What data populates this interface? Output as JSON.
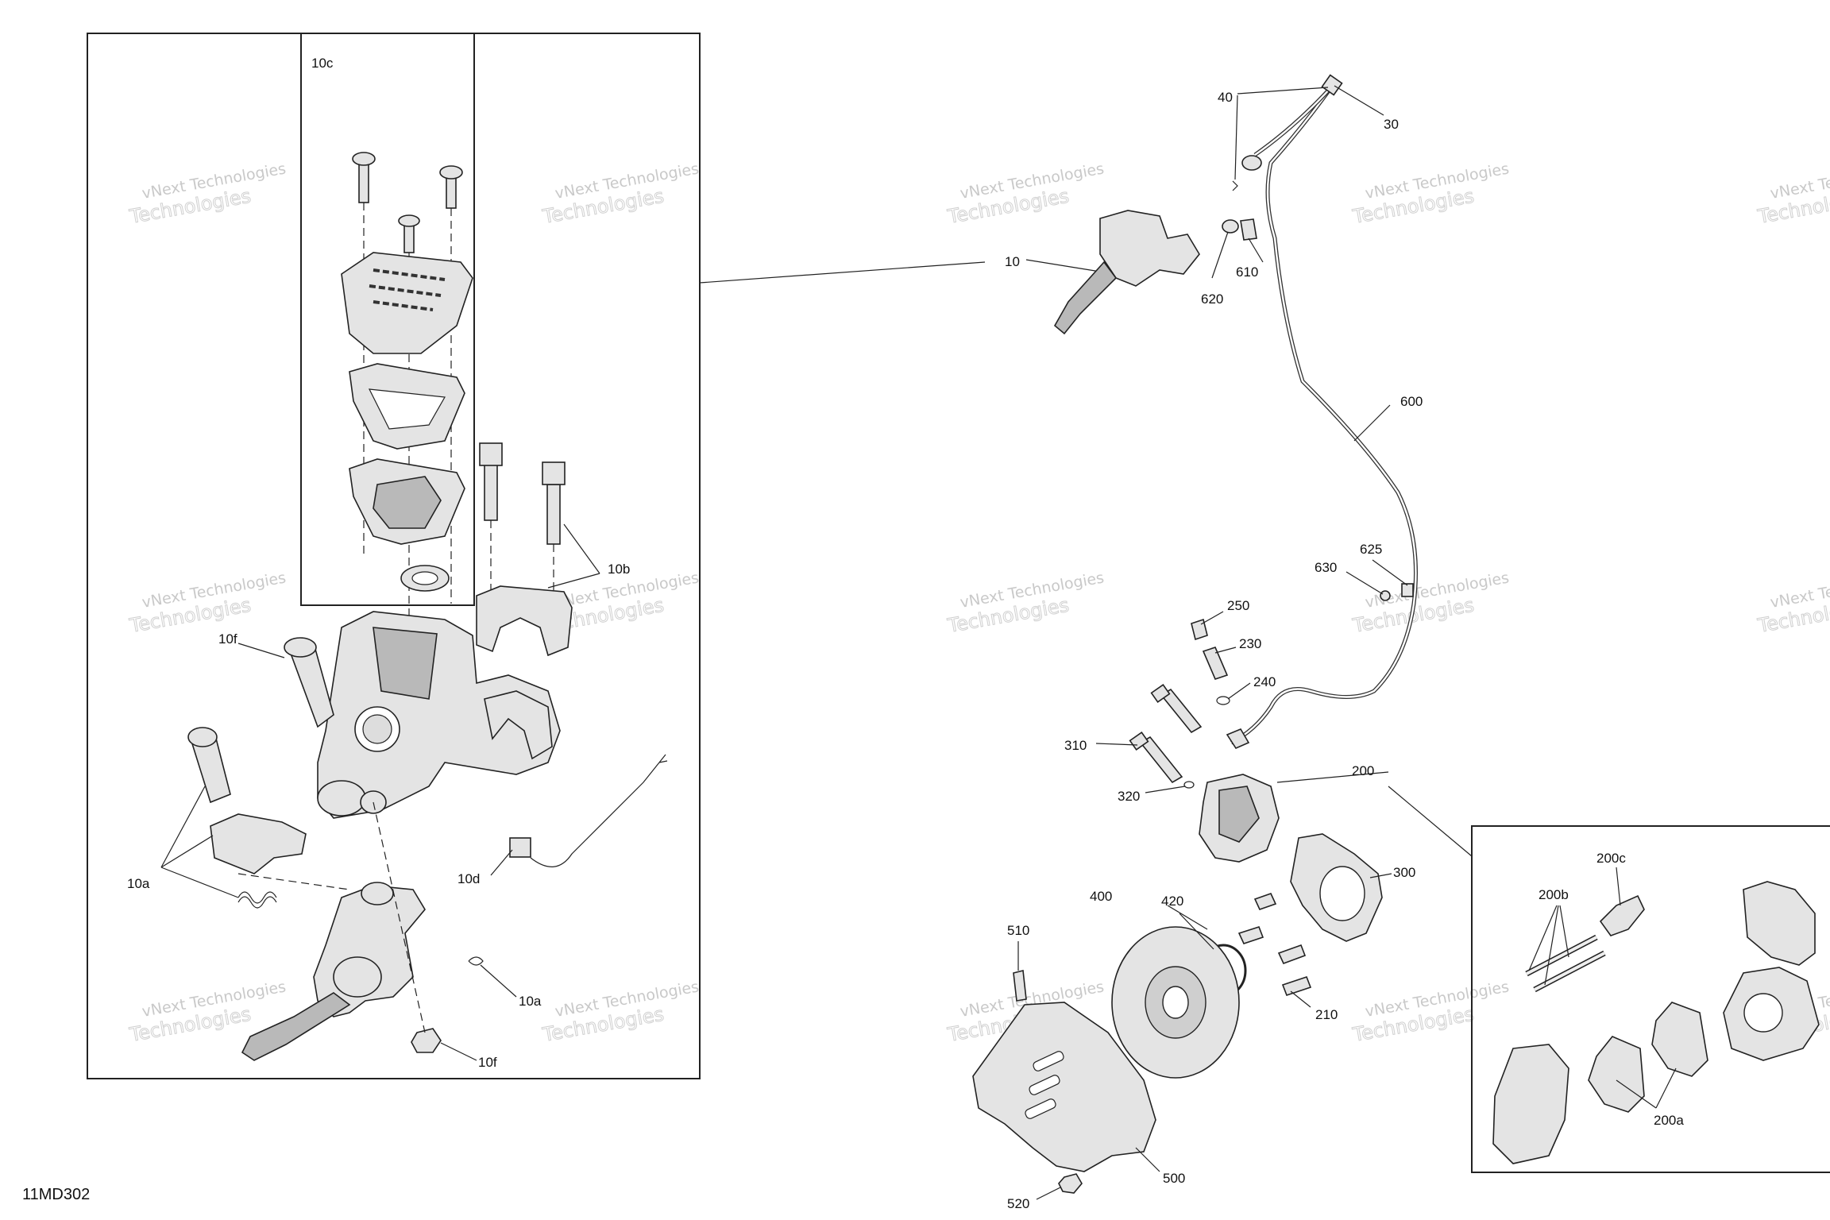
{
  "diagram_id": "11MD302",
  "watermark": {
    "line1": "vNext Technologies",
    "line2": "Technologies"
  },
  "callouts": {
    "c10": "10",
    "c10a_left": "10a",
    "c10a_right": "10a",
    "c10b": "10b",
    "c10c": "10c",
    "c10d": "10d",
    "c10f_top": "10f",
    "c10f_bottom": "10f",
    "c30": "30",
    "c40": "40",
    "c200": "200",
    "c200a": "200a",
    "c200b": "200b",
    "c200c": "200c",
    "c210": "210",
    "c230": "230",
    "c240": "240",
    "c250": "250",
    "c300": "300",
    "c310": "310",
    "c320": "320",
    "c400": "400",
    "c420": "420",
    "c500": "500",
    "c510": "510",
    "c520": "520",
    "c600": "600",
    "c610": "610",
    "c620": "620",
    "c625": "625",
    "c630": "630"
  }
}
